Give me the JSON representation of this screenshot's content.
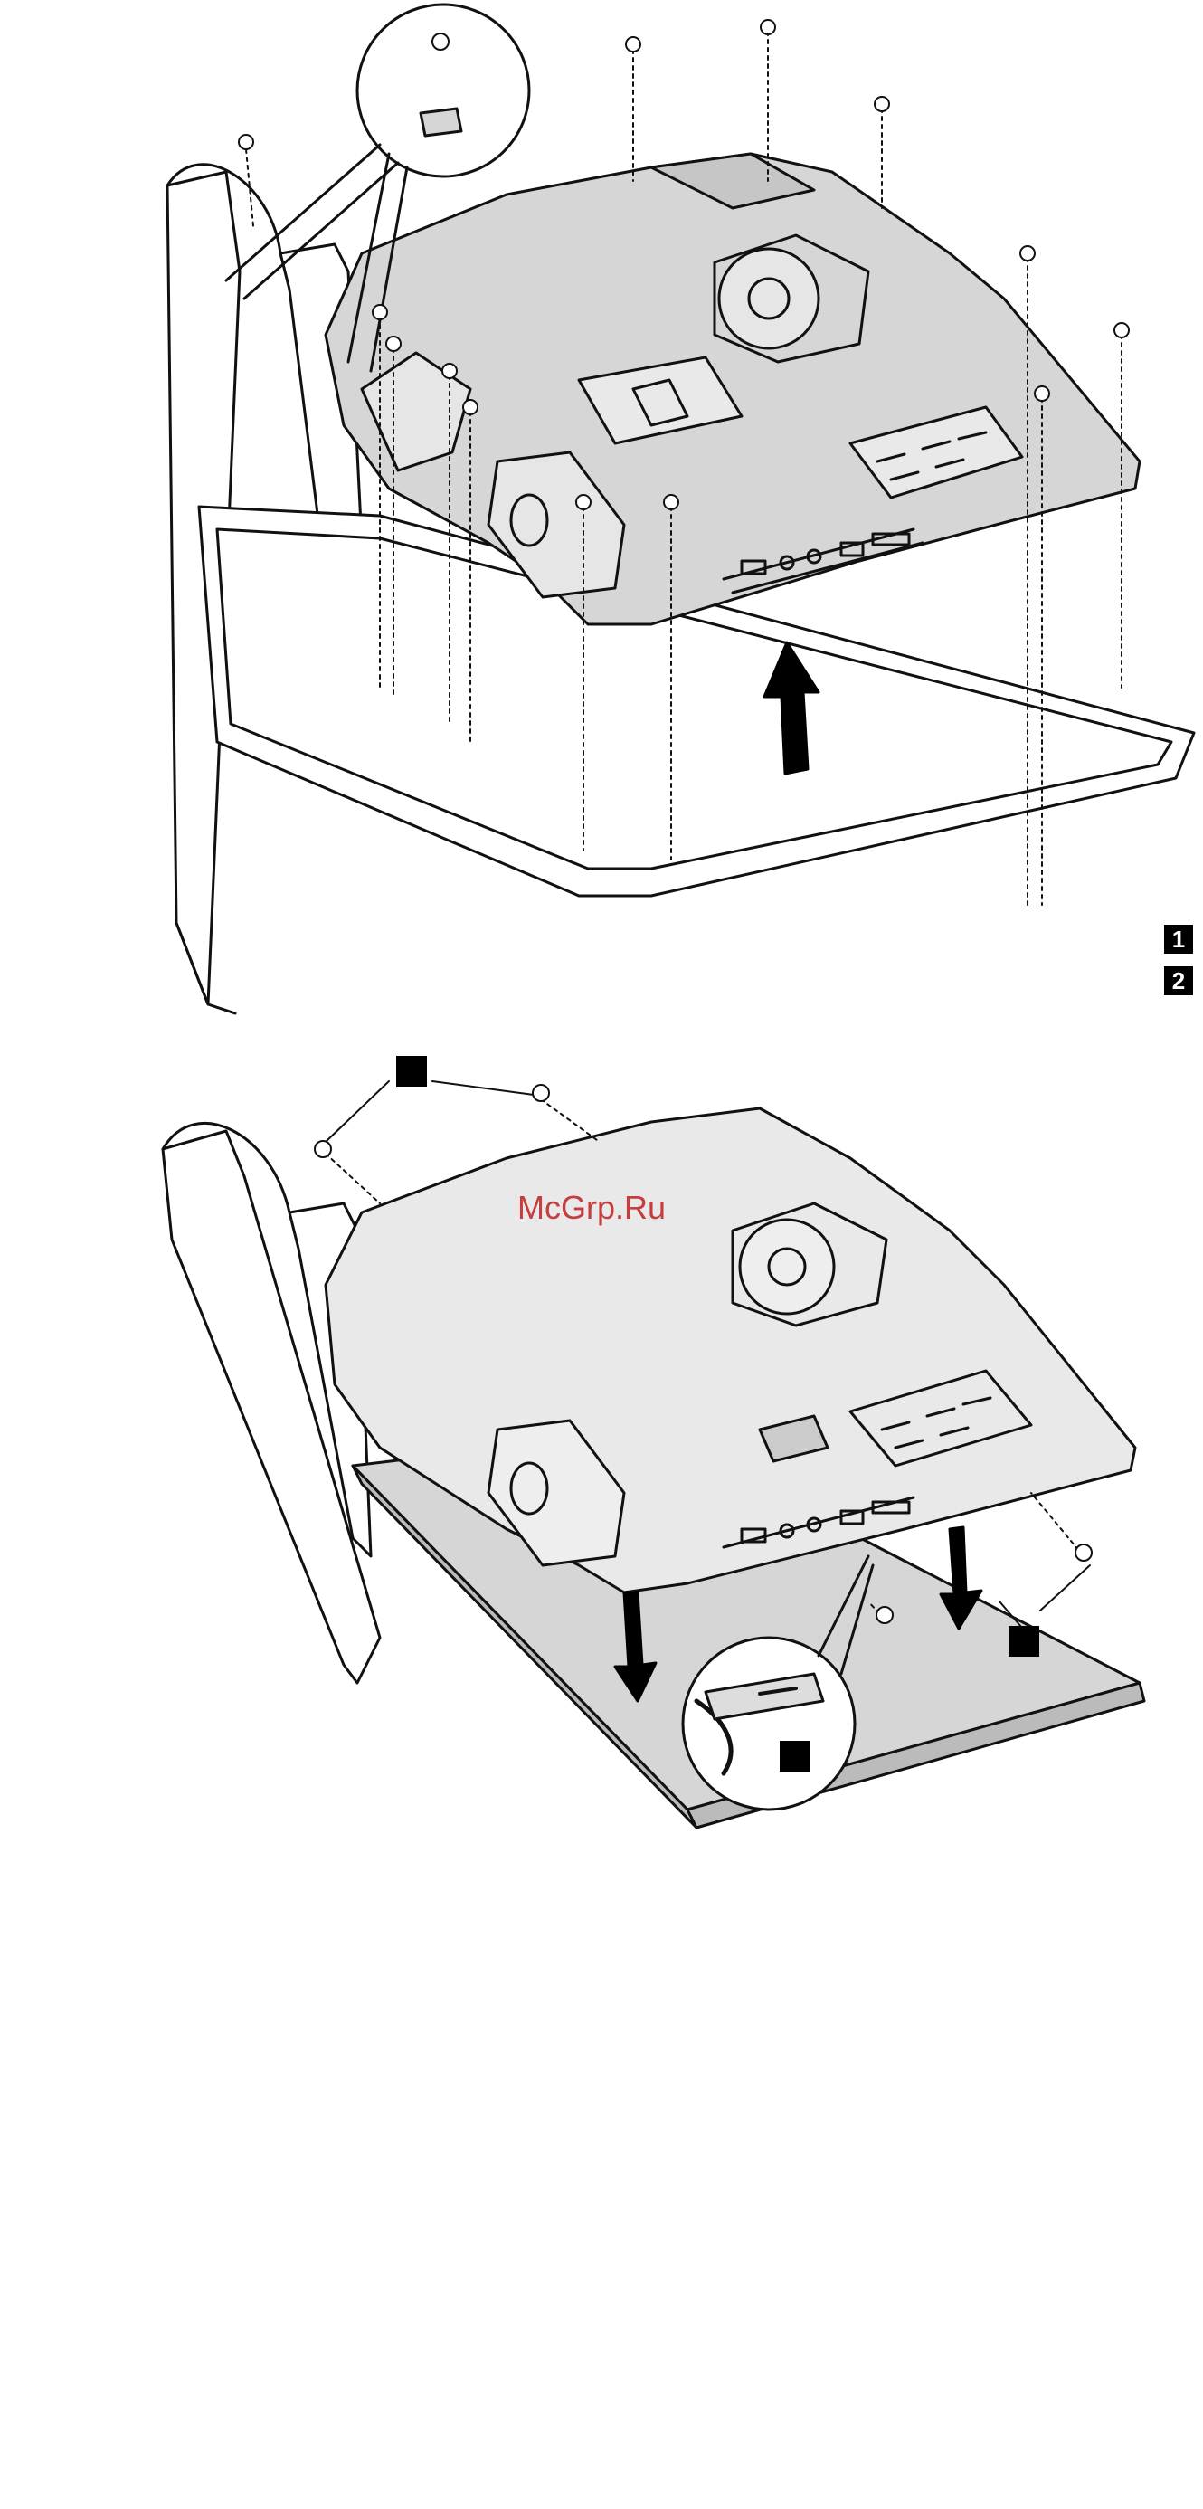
{
  "steps": [
    {
      "label": "1"
    },
    {
      "label": "2"
    }
  ],
  "watermark": "McGrp.Ru",
  "colors": {
    "line": "#111111",
    "panel_fill": "#d6d6d6",
    "board_fill": "#e9e9e9",
    "watermark": "#c02020"
  },
  "figures": [
    {
      "name": "remove-system-board-assembly",
      "screws_marked": 13,
      "direction": "up"
    },
    {
      "name": "install-system-board-assembly",
      "callouts": 3,
      "direction": "down"
    }
  ]
}
